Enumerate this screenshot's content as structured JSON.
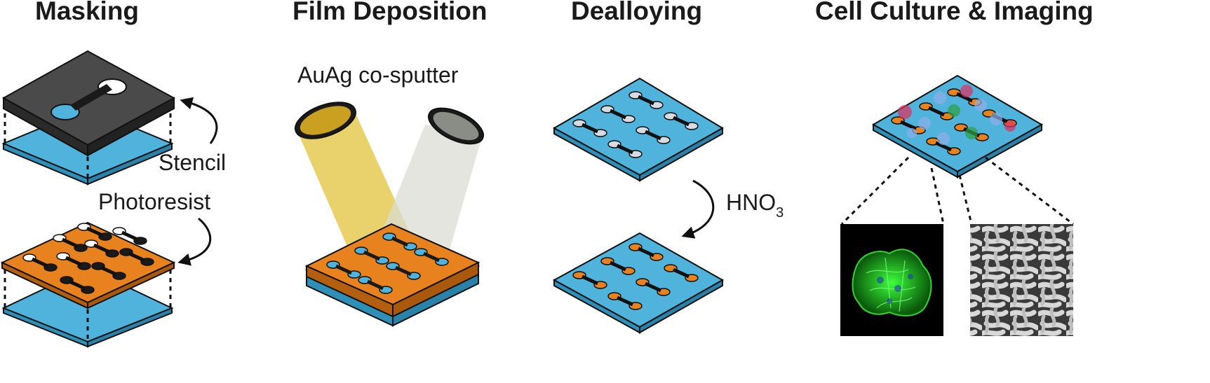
{
  "headings": {
    "masking": "Masking",
    "film_deposition": "Film Deposition",
    "dealloying": "Dealloying",
    "cell_culture": "Cell Culture & Imaging"
  },
  "labels": {
    "stencil": "Stencil",
    "photoresist": "Photoresist",
    "sputter": "AuAg co-sputter",
    "acid_main": "HNO",
    "acid_sub": "3"
  },
  "colors": {
    "substrate": "#4FB3DC",
    "photoresist": "#E8821E",
    "stencil": "#4A4A4A",
    "gold_beam": "#E2C13A",
    "silver_beam": "#D9DCD3",
    "pad_silver": "#D8DCE2",
    "fluorescence": "#2ECC2E",
    "sem": "#B5B5B5"
  }
}
